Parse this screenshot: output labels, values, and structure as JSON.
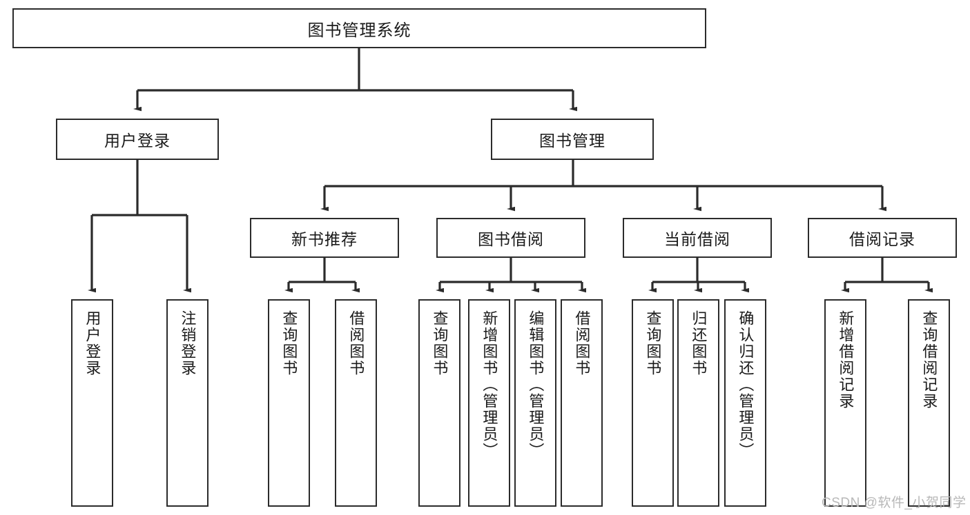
{
  "diagram": {
    "type": "tree-hierarchy-chart",
    "title": "图书管理系统",
    "colors": {
      "stroke": "#2b2b2b",
      "fill": "#ffffff",
      "text": "#1a1a1a",
      "watermark": "#b8b8b8"
    },
    "levels": {
      "root": {
        "label": "图书管理系统"
      },
      "level2": [
        {
          "label": "用户登录"
        },
        {
          "label": "图书管理"
        }
      ],
      "level3": [
        {
          "label": "新书推荐"
        },
        {
          "label": "图书借阅"
        },
        {
          "label": "当前借阅"
        },
        {
          "label": "借阅记录"
        }
      ],
      "leaves": {
        "user_login": [
          {
            "label": "用户登录"
          },
          {
            "label": "注销登录"
          }
        ],
        "new_book": [
          {
            "label": "查询图书"
          },
          {
            "label": "借阅图书"
          }
        ],
        "borrow": [
          {
            "label": "查询图书"
          },
          {
            "label": "新增图书（管理员）"
          },
          {
            "label": "编辑图书（管理员）"
          },
          {
            "label": "借阅图书"
          }
        ],
        "current": [
          {
            "label": "查询图书"
          },
          {
            "label": "归还图书"
          },
          {
            "label": "确认归还（管理员）"
          }
        ],
        "records": [
          {
            "label": "新增借阅记录"
          },
          {
            "label": "查询借阅记录"
          }
        ]
      }
    }
  },
  "watermark": {
    "text": "CSDN @软件_小贺同学"
  }
}
